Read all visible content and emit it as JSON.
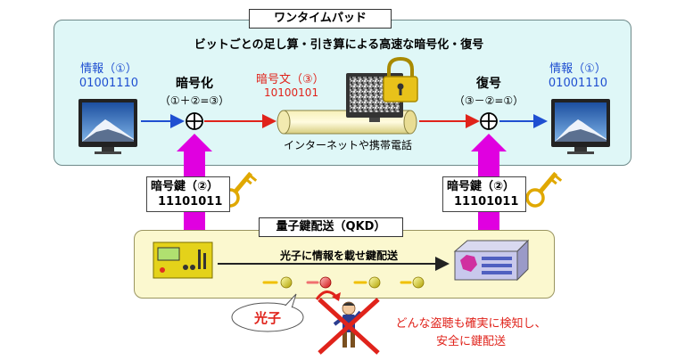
{
  "otp": {
    "title": "ワンタイムパッド",
    "subtitle": "ビットごとの足し算・引き算による高速な暗号化・復号"
  },
  "sender": {
    "label": "情報（①）",
    "bits": "01001110"
  },
  "encrypt": {
    "label": "暗号化",
    "formula": "（①＋②=③）"
  },
  "cipher": {
    "label": "暗号文（③）",
    "bits": "10100101"
  },
  "channel_label": "インターネットや携帯電話",
  "decrypt": {
    "label": "復号",
    "formula": "（③－②=①）"
  },
  "receiver": {
    "label": "情報（①）",
    "bits": "01001110"
  },
  "key_left": {
    "label": "暗号鍵（②）",
    "bits": "11101011"
  },
  "key_right": {
    "label": "暗号鍵（②）",
    "bits": "11101011"
  },
  "qkd": {
    "title": "量子鍵配送（QKD）",
    "arrow_label": "光子に情報を載せ鍵配送"
  },
  "photon_label": "光子",
  "eavesdrop_note": {
    "line1": "どんな盗聴も確実に検知し、",
    "line2": "安全に鍵配送"
  },
  "colors": {
    "panel_otp": "#dff7f7",
    "panel_qkd": "#fbf8cf",
    "key_arrow": "#e000e0",
    "red": "#e0231b",
    "blue": "#1f4fd1"
  }
}
